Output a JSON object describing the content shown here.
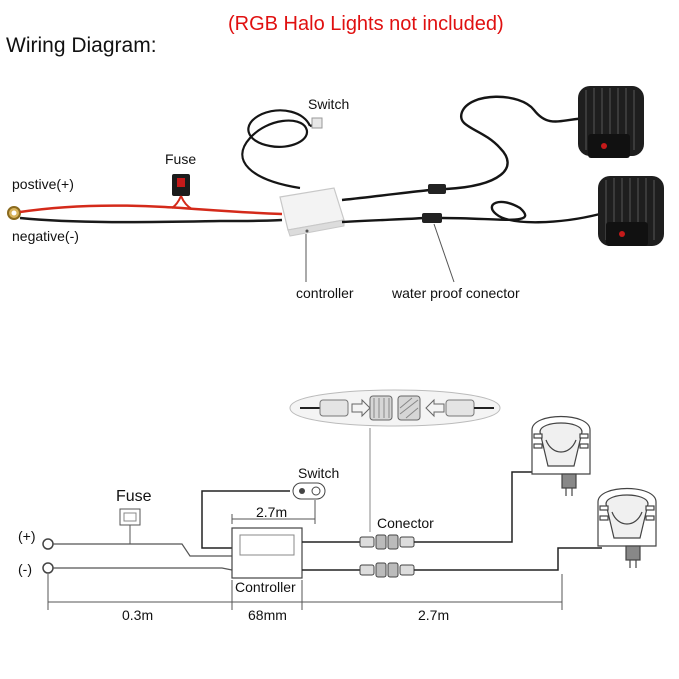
{
  "header": {
    "title": "Wiring Diagram:",
    "note": "(RGB Halo Lights not included)"
  },
  "photo_labels": {
    "switch": "Switch",
    "fuse": "Fuse",
    "positive": "postive(+)",
    "negative": "negative(-)",
    "controller": "controller",
    "connector": "water proof conector"
  },
  "schematic_labels": {
    "switch": "Switch",
    "fuse": "Fuse",
    "plus": "(+)",
    "minus": "(-)",
    "switch_length": "2.7m",
    "connector": "Conector",
    "controller": "Controller",
    "dim_power": "0.3m",
    "dim_controller": "68mm",
    "dim_output": "2.7m"
  },
  "colors": {
    "accent_red": "#e01010",
    "wire_red": "#d42a1a",
    "wire_black": "#1a1a1a"
  }
}
